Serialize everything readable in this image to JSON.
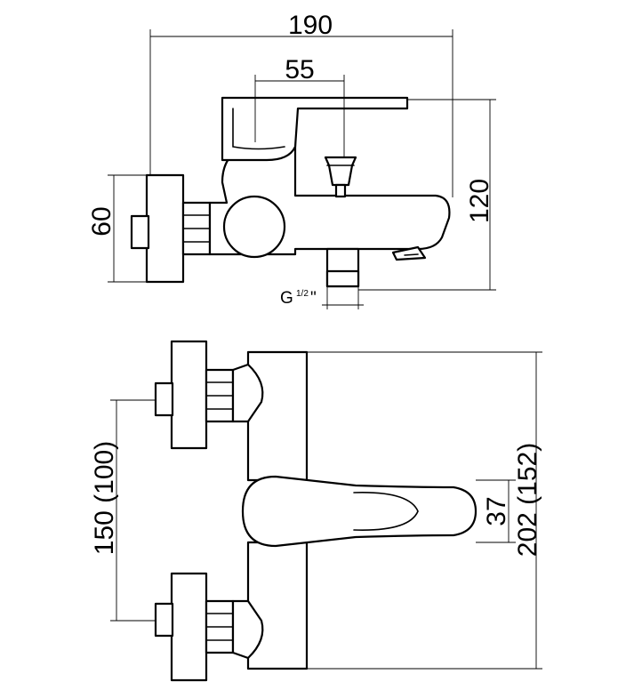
{
  "dimensions": {
    "top_view": {
      "overall_width": "190",
      "handle_offset": "55",
      "height": "120",
      "flange_height": "60"
    },
    "bottom_view": {
      "connection_spacing": "150 (100)",
      "handle_width": "37",
      "overall_length": "202 (152)"
    }
  },
  "thread": {
    "letter": "G",
    "size": "1/2",
    "mark": "\""
  },
  "colors": {
    "line": "#000000",
    "background": "#ffffff"
  }
}
